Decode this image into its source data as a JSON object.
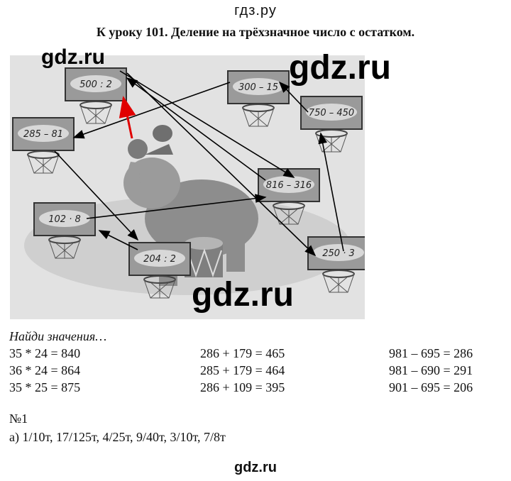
{
  "site_top": "гдз.ру",
  "title": "К уроку 101. Деление на трёхзначное число с остатком.",
  "illustration": {
    "boards": [
      "500 : 2",
      "300 – 15",
      "750 – 450",
      "285 – 81",
      "816 – 316",
      "102 · 8",
      "204 : 2",
      "250 · 3"
    ],
    "colors": {
      "arrow": "#000000",
      "highlight": "#e00000",
      "board": "#9a9a9a",
      "backdrop": "#e2e2e2"
    }
  },
  "watermarks": [
    "gdz.ru",
    "gdz.ru",
    "gdz.ru"
  ],
  "section_heading": "Найди значения…",
  "equations": [
    [
      "35 * 24 = 840",
      "286 + 179 = 465",
      "981 – 695 = 286"
    ],
    [
      "36 * 24 = 864",
      "285 + 179 = 464",
      "981 – 690 = 291"
    ],
    [
      "35 * 25 = 875",
      "286 + 109 = 395",
      "901 – 695 = 206"
    ]
  ],
  "task_number": "№1",
  "task_answer": "а) 1/10т, 17/125т, 4/25т, 9/40т, 3/10т, 7/8т",
  "site_bottom": "gdz.ru"
}
